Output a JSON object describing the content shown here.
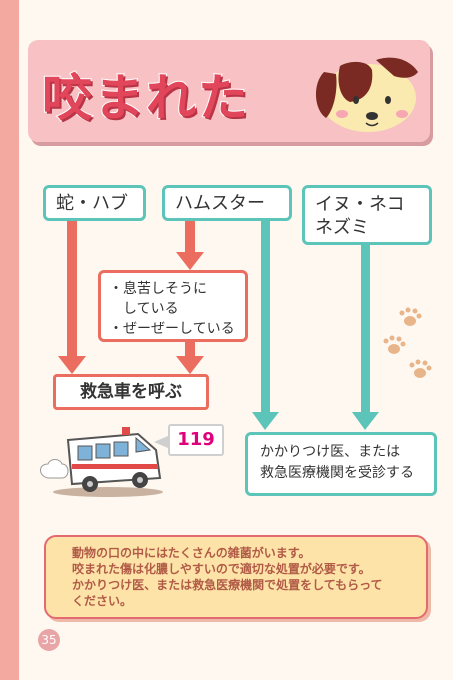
{
  "title": "咬まれた",
  "categories": {
    "snake_habu": "蛇・ハブ",
    "hamster": "ハムスター",
    "dog_cat_mouse_line1": "イヌ・ネコ",
    "dog_cat_mouse_line2": "ネズミ"
  },
  "symptoms_box": {
    "item1_line1": "・息苦しそうに",
    "item1_line2": "　している",
    "item2": "・ぜーぜーしている"
  },
  "call_ambulance": "救急車を呼ぶ",
  "emergency_number": "119",
  "see_doctor_line1": "かかりつけ医、または",
  "see_doctor_line2": "救急医療機関を受診する",
  "info": {
    "line1": "動物の口の中にはたくさんの雑菌がいます。",
    "line2": "咬まれた傷は化膿しやすいので適切な処置が必要です。",
    "line3": "かかりつけ医、または救急医療機関で処置をしてもらって",
    "line4": "ください。"
  },
  "page_number": "35",
  "colors": {
    "accent_red": "#ea6d5f",
    "accent_teal": "#5cc4b8",
    "title_pink": "#e2465b",
    "info_bg": "#fde3a8"
  },
  "icons": [
    "dog-face-icon",
    "ambulance-icon",
    "paw-print-icon"
  ]
}
